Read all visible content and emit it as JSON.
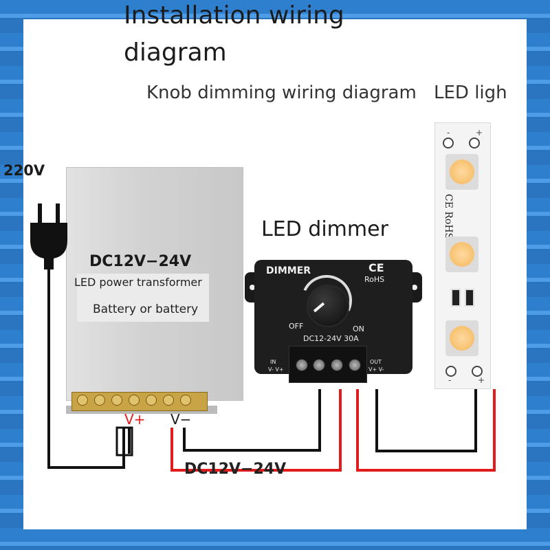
{
  "header": {
    "title_line1": "Installation wiring",
    "title_line2": "diagram",
    "subtitle": "Knob dimming wiring diagram",
    "led_light_label": "LED ligh"
  },
  "mains": {
    "voltage_label": "220V",
    "icon": "power-plug-icon"
  },
  "power_supply": {
    "voltage": "DC12V−24V",
    "name": "LED power transformer",
    "note": "Battery or battery",
    "v_plus": "V+",
    "v_minus": "V−"
  },
  "dimmer": {
    "label": "LED dimmer",
    "brand": "DIMMER",
    "ce": "CE",
    "rohs": "RoHS",
    "off": "OFF",
    "on": "ON",
    "rating": "DC12-24V  30A",
    "in_label": "IN",
    "in_polarity": "V- V+",
    "out_label": "OUT",
    "out_polarity": "V+ V-"
  },
  "led_strip": {
    "marking": "CE RoHS",
    "minus": "-",
    "plus": "+"
  },
  "bottom_label": "DC12V−24V",
  "colors": {
    "positive_wire": "#e11b1b",
    "negative_wire": "#111111",
    "background_stripes": "#2f7fcf"
  }
}
